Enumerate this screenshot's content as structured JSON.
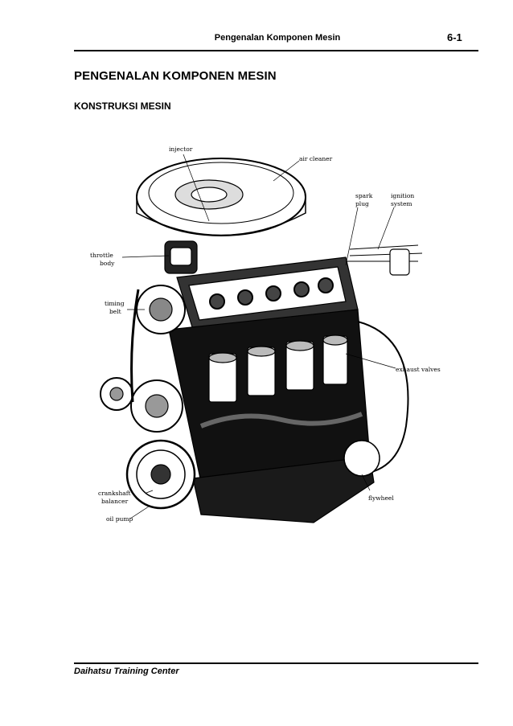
{
  "header": {
    "title": "Pengenalan Komponen Mesin",
    "page_number": "6-1"
  },
  "chapter_title": "PENGENALAN KOMPONEN MESIN",
  "section_title": "KONSTRUKSI MESIN",
  "figure": {
    "labels": {
      "injector": "injector",
      "air_cleaner": "air cleaner",
      "spark": "spark",
      "plug": "plug",
      "ignition": "ignition",
      "system": "system",
      "throttle": "throttle",
      "body": "body",
      "timing": "timing",
      "belt": "belt",
      "exhaust_valves": "exhaust valves",
      "crankshaft": "crankshaft",
      "balancer": "balancer",
      "oil_pump": "oil pump",
      "flywheel": "flywheel"
    }
  },
  "footer": {
    "text": "Daihatsu Training Center"
  }
}
